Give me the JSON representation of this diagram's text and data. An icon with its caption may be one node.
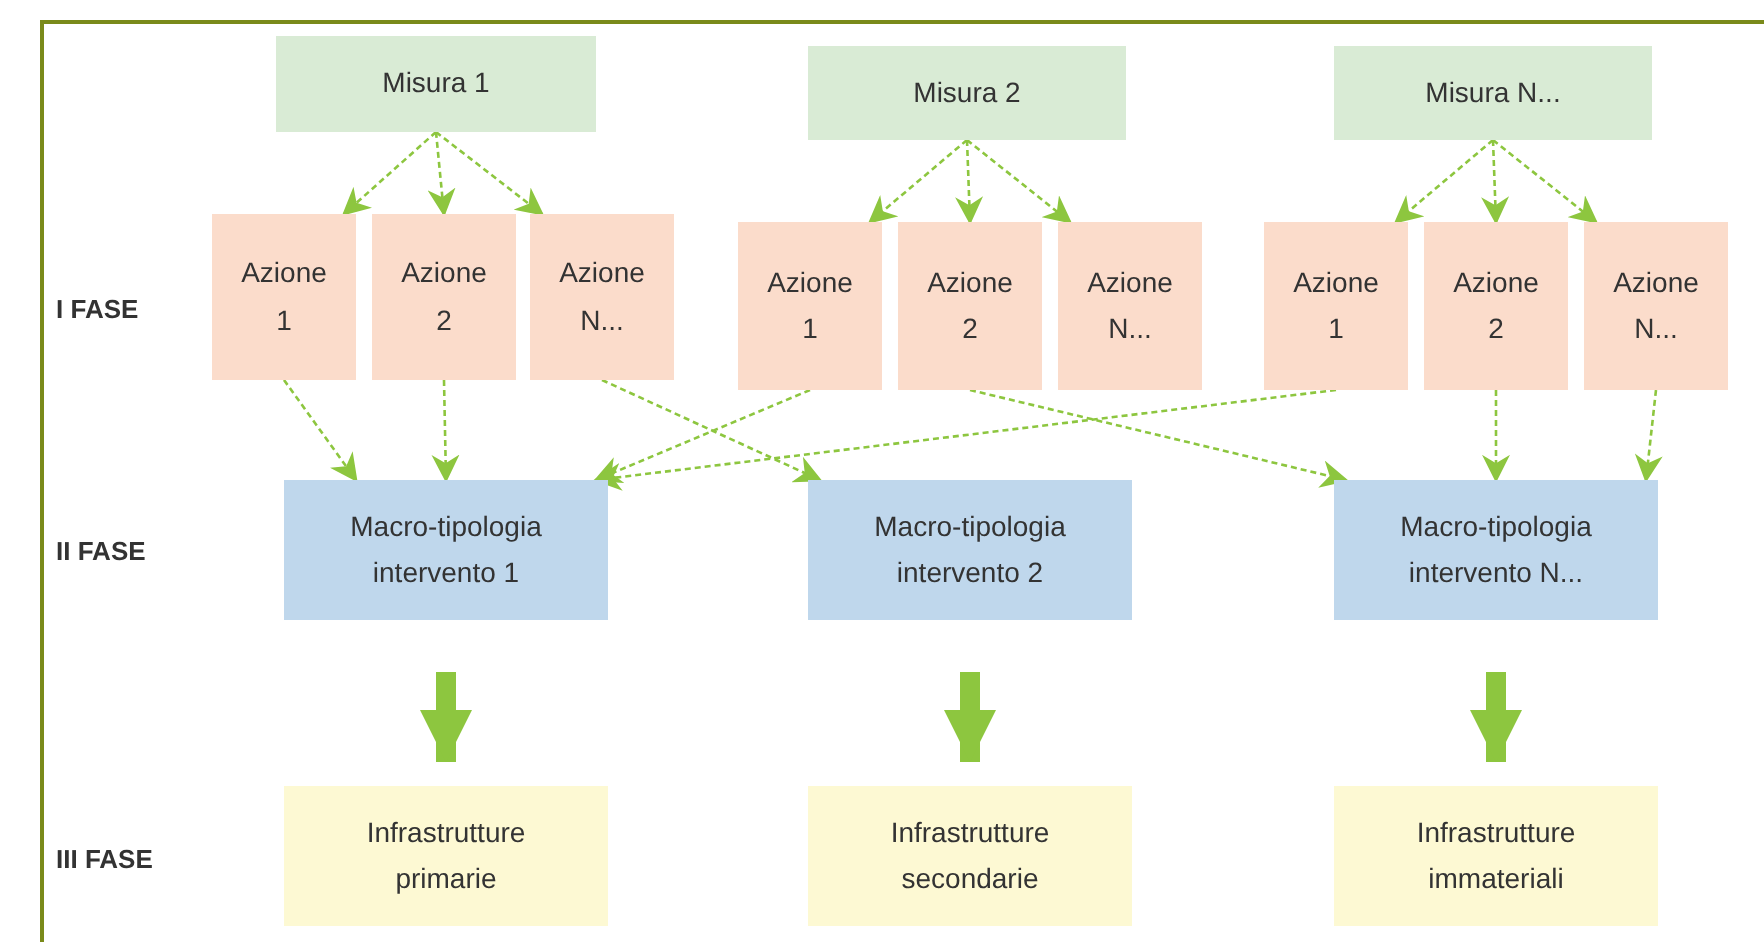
{
  "diagram": {
    "nodes": [
      {
        "text": [
          "Misura 1"
        ]
      },
      {
        "text": [
          "Misura 2"
        ]
      },
      {
        "text": [
          "Misura N..."
        ]
      },
      {
        "text": [
          "Azione 1"
        ]
      },
      {
        "text": [
          "Azione 2"
        ]
      },
      {
        "text": [
          "Azione N..."
        ]
      },
      {
        "text": [
          "Azione 1"
        ]
      },
      {
        "text": [
          "Azione 2"
        ]
      },
      {
        "text": [
          "Azione N..."
        ]
      },
      {
        "text": [
          "Azione 1"
        ]
      },
      {
        "text": [
          "Azione 2"
        ]
      },
      {
        "text": [
          "Azione N..."
        ]
      },
      {
        "text": [
          "Macro-tipologia intervento 1"
        ]
      },
      {
        "text": [
          "Macro-tipologia intervento 2"
        ]
      },
      {
        "text": [
          "Macro-tipologia intervento N..."
        ]
      },
      {
        "text": [
          "Infrastrutture primarie"
        ]
      },
      {
        "text": [
          "Infrastrutture secondarie"
        ]
      },
      {
        "text": [
          "Infrastrutture immateriali"
        ]
      }
    ],
    "edges": [
      {
        "from": 0,
        "to": 3,
        "arrow": "to",
        "style": "dashed"
      },
      {
        "from": 0,
        "to": 4,
        "arrow": "to",
        "style": "dashed"
      },
      {
        "from": 0,
        "to": 5,
        "arrow": "to",
        "style": "dashed"
      },
      {
        "from": 1,
        "to": 6,
        "arrow": "to",
        "style": "dashed"
      },
      {
        "from": 1,
        "to": 7,
        "arrow": "to",
        "style": "dashed"
      },
      {
        "from": 1,
        "to": 8,
        "arrow": "to",
        "style": "dashed"
      },
      {
        "from": 2,
        "to": 9,
        "arrow": "to",
        "style": "dashed"
      },
      {
        "from": 2,
        "to": 10,
        "arrow": "to",
        "style": "dashed"
      },
      {
        "from": 2,
        "to": 11,
        "arrow": "to",
        "style": "dashed"
      },
      {
        "from": 3,
        "to": 12,
        "arrow": "to",
        "style": "dashed"
      },
      {
        "from": 4,
        "to": 12,
        "arrow": "to",
        "style": "dashed"
      },
      {
        "from": 5,
        "to": 13,
        "arrow": "to",
        "style": "dashed"
      },
      {
        "from": 6,
        "to": 12,
        "arrow": "to",
        "style": "dashed"
      },
      {
        "from": 7,
        "to": 14,
        "arrow": "to",
        "style": "dashed"
      },
      {
        "from": 9,
        "to": 12,
        "arrow": "to",
        "style": "dashed"
      },
      {
        "from": 10,
        "to": 14,
        "arrow": "to",
        "style": "dashed"
      },
      {
        "from": 11,
        "to": 14,
        "arrow": "to",
        "style": "dashed"
      },
      {
        "from": 12,
        "to": 15,
        "arrow": "to",
        "style": "thick"
      },
      {
        "from": 13,
        "to": 16,
        "arrow": "to",
        "style": "thick"
      },
      {
        "from": 14,
        "to": 17,
        "arrow": "to",
        "style": "thick"
      }
    ],
    "labels": [
      "I FASE",
      "II FASE",
      "III FASE"
    ]
  }
}
